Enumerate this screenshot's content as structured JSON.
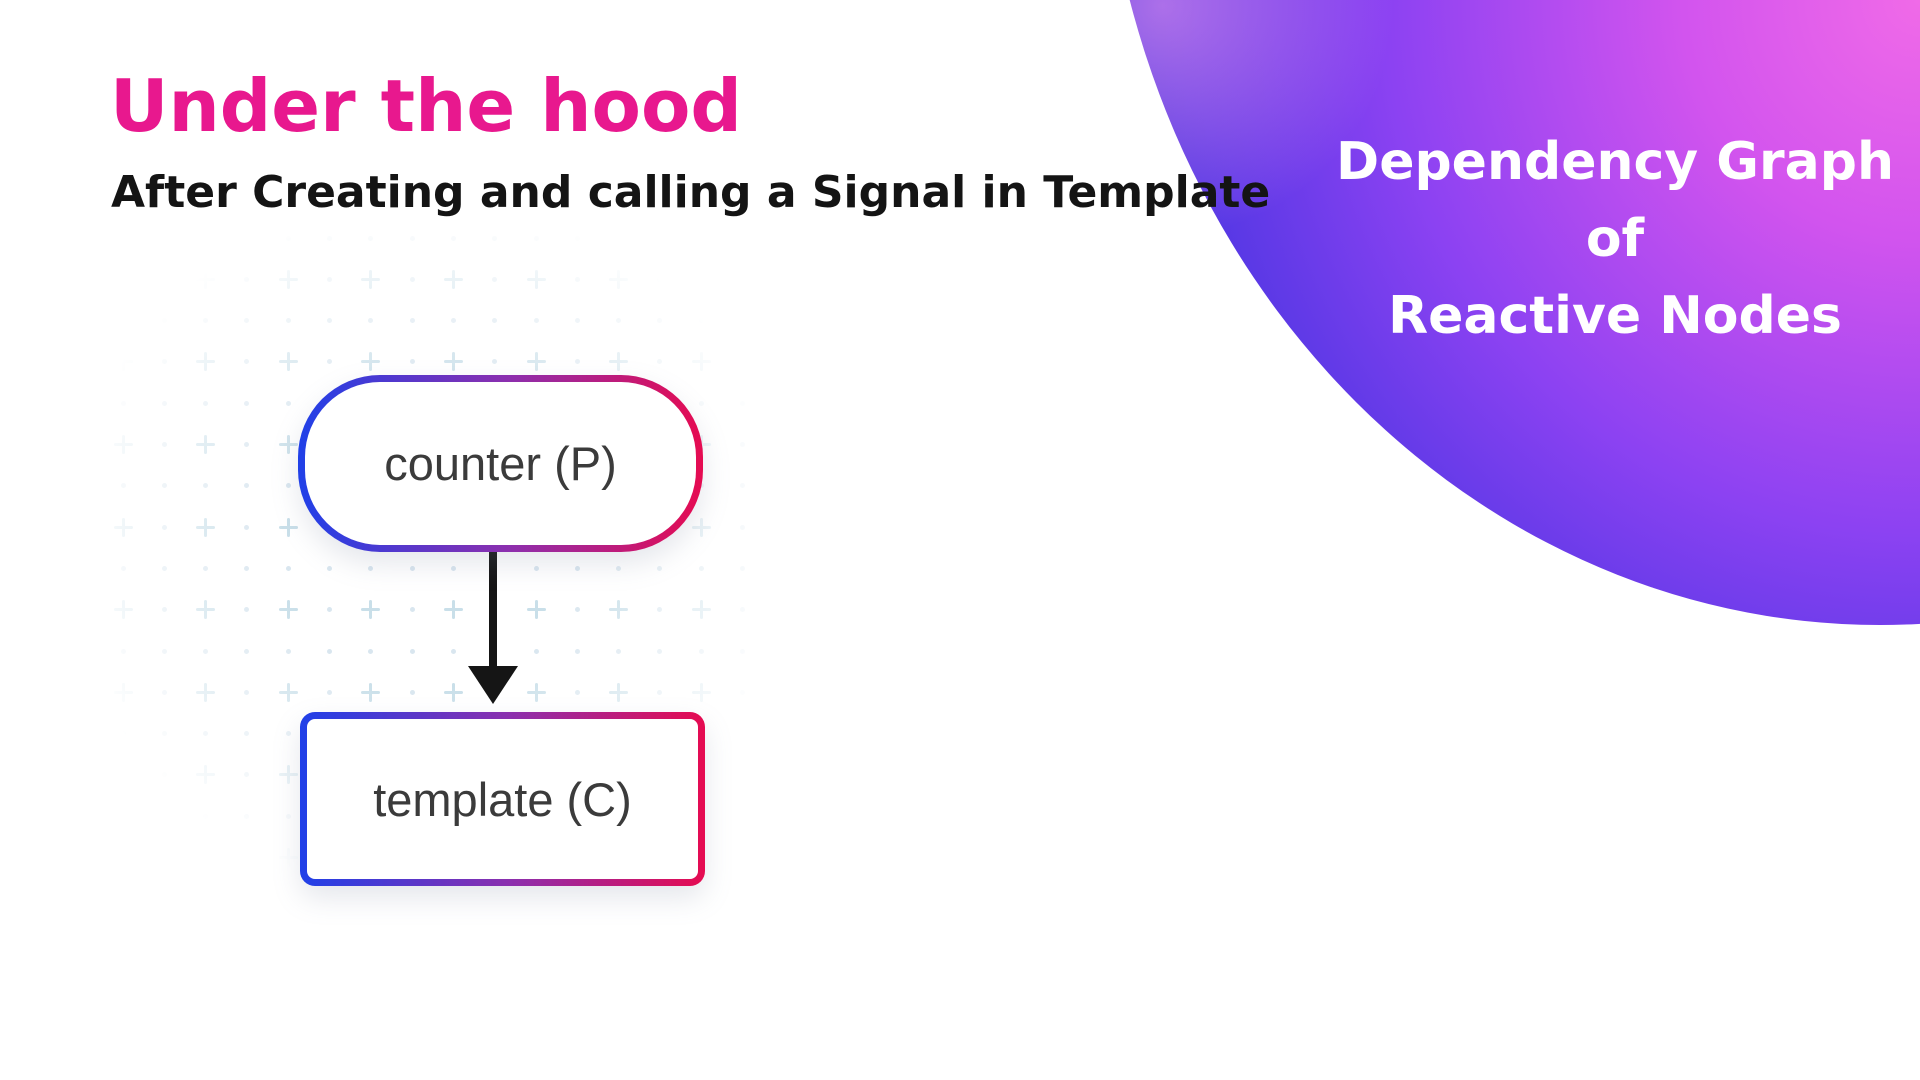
{
  "header": {
    "title": "Under the hood",
    "subtitle": "After Creating and calling a Signal in Template"
  },
  "blob": {
    "lines": [
      "Dependency Graph",
      "of",
      "Reactive Nodes"
    ]
  },
  "diagram": {
    "nodes": [
      {
        "id": "counter",
        "label": "counter (P)",
        "shape": "pill"
      },
      {
        "id": "template",
        "label": "template (C)",
        "shape": "rect"
      }
    ],
    "edges": [
      {
        "from": "counter",
        "to": "template"
      }
    ]
  },
  "colors": {
    "title_pink": "#e8188e",
    "subtitle_black": "#141414",
    "node_text": "#3b3b3b",
    "node_border_gradient": [
      "#2040e8",
      "#8c2fae",
      "#e60b51"
    ],
    "blob_gradient": [
      "#f06ae8",
      "#d254ee",
      "#8c42f2",
      "#4131d4"
    ],
    "blob_text": "#ffffff",
    "arrow_black": "#151515",
    "pattern_dot": "#d9e6ef",
    "pattern_plus": "#c9dfe9",
    "background": "#ffffff"
  }
}
